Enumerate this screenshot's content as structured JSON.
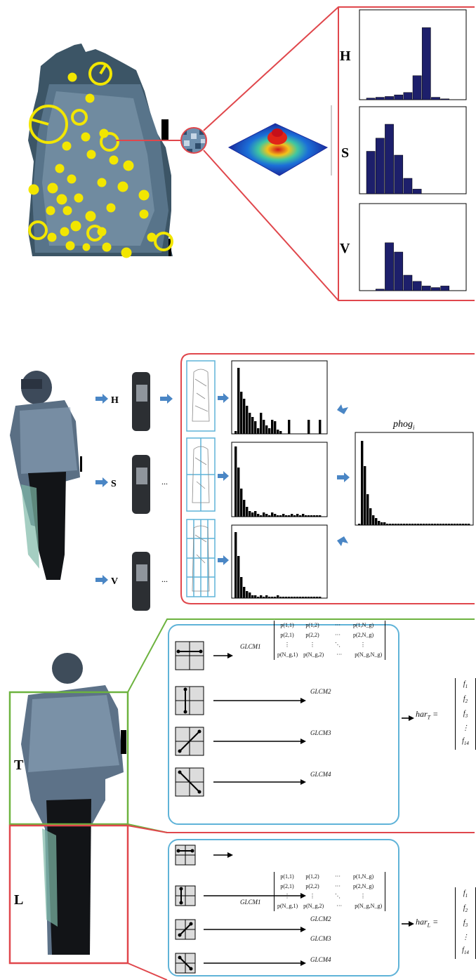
{
  "colors": {
    "red_frame": "#e0474c",
    "green_frame": "#6db33f",
    "blue_panel": "#5fb3d8",
    "bar_fill": "#1d1f6b",
    "keypoint": "#f2e600",
    "arrow_blue": "#4a86c5"
  },
  "section_hsv": {
    "labels": {
      "h": "H",
      "s": "S",
      "v": "V"
    },
    "histograms": {
      "h": [
        2,
        3,
        4,
        6,
        9,
        30,
        90,
        3,
        1,
        0
      ],
      "s": [
        55,
        72,
        90,
        50,
        20,
        6,
        0,
        0,
        0,
        0
      ],
      "v": [
        0,
        2,
        62,
        50,
        20,
        12,
        6,
        4,
        6,
        0
      ]
    }
  },
  "section_phog": {
    "channel_labels": {
      "h": "H",
      "s": "S",
      "v": "V"
    },
    "ellipsis": "...",
    "result_label_base": "phog",
    "result_label_sub": "i"
  },
  "section_glcm": {
    "region_t": "T",
    "region_l": "L",
    "glcm_prefix": "GLCM1",
    "glcm_names": [
      "GLCM2",
      "GLCM3",
      "GLCM4"
    ],
    "matrix_rows": [
      [
        "p(1,1)",
        "p(1,2)",
        "···",
        "p(1,N_g)"
      ],
      [
        "p(2,1)",
        "p(2,2)",
        "···",
        "p(2,N_g)"
      ],
      [
        "⋮",
        "⋮",
        "⋱",
        "⋮"
      ],
      [
        "p(N_g,1)",
        "p(N_g,2)",
        "···",
        "p(N_g,N_g)"
      ]
    ],
    "har_t": "har",
    "har_t_sub": "T",
    "har_l": "har",
    "har_l_sub": "L",
    "features": [
      "f",
      "f",
      "f",
      "⋮",
      "f"
    ],
    "feature_subs": [
      "1",
      "2",
      "3",
      "",
      "14"
    ]
  }
}
